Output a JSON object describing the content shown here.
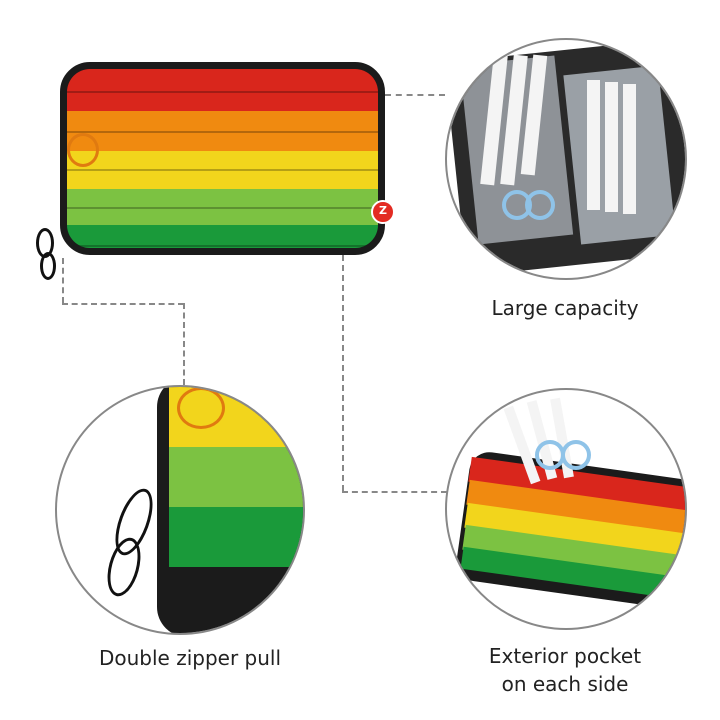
{
  "features": [
    {
      "label": "Large capacity"
    },
    {
      "label": "Double zipper pull"
    },
    {
      "label_line1": "Exterior pocket",
      "label_line2": "on each side"
    }
  ],
  "colors": {
    "red": "#d9261c",
    "orange": "#f08a10",
    "yellow": "#f2d51c",
    "light_green": "#7cc242",
    "green": "#1a9a3a",
    "outline": "#888888"
  },
  "brand_tag": "Z"
}
